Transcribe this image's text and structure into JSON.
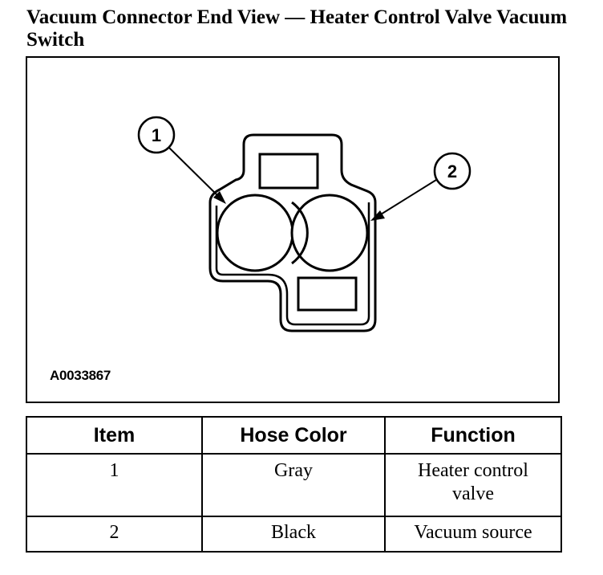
{
  "title": "Vacuum Connector End View — Heater Control Valve Vacuum Switch",
  "figure": {
    "id": "A0033867",
    "callouts": [
      "1",
      "2"
    ]
  },
  "table": {
    "headers": [
      "Item",
      "Hose Color",
      "Function"
    ],
    "rows": [
      {
        "item": "1",
        "hose_color": "Gray",
        "function_line1": "Heater control",
        "function_line2": "valve"
      },
      {
        "item": "2",
        "hose_color": "Black",
        "function_line1": "Vacuum source",
        "function_line2": ""
      }
    ]
  }
}
